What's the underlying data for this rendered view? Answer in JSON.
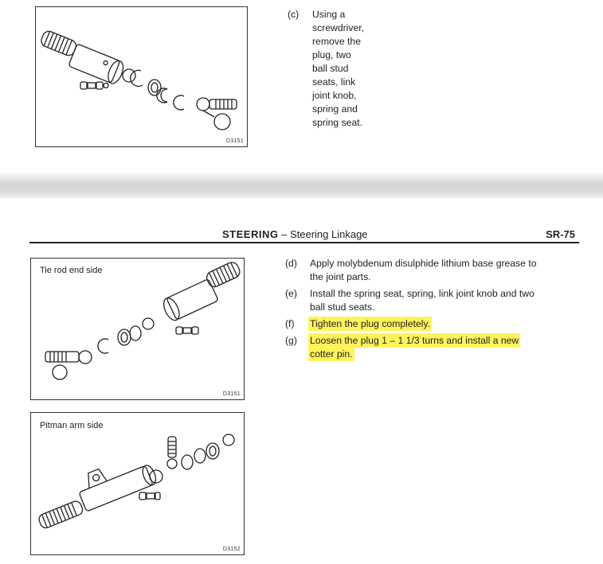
{
  "top": {
    "figure": {
      "code": "D3151"
    },
    "step_c": {
      "label": "(c)",
      "text_line1": "Using a screwdriver, remove the plug, two ball stud",
      "text_line2": "seats, link joint knob, spring and spring seat."
    }
  },
  "header": {
    "section": "STEERING",
    "dash": "–",
    "subsection": "Steering Linkage",
    "page": "SR-75"
  },
  "figures": {
    "tie_rod": {
      "caption": "Tie rod end side",
      "code": "D3151"
    },
    "pitman": {
      "caption": "Pitman arm side",
      "code": "D3152"
    }
  },
  "steps": {
    "d": {
      "label": "(d)",
      "line1": "Apply molybdenum disulphide lithium base grease to",
      "line2": "the joint parts."
    },
    "e": {
      "label": "(e)",
      "line1": "Install the spring seat, spring, link joint knob and two",
      "line2": "ball stud seats."
    },
    "f": {
      "label": "(f)",
      "line1": "Tighten the plug completely."
    },
    "g": {
      "label": "(g)",
      "line1": "Loosen the plug 1 – 1 1/3 turns and install a new",
      "line2": "cotter pin."
    }
  },
  "colors": {
    "highlight": "#fff35a",
    "ink": "#222222"
  }
}
